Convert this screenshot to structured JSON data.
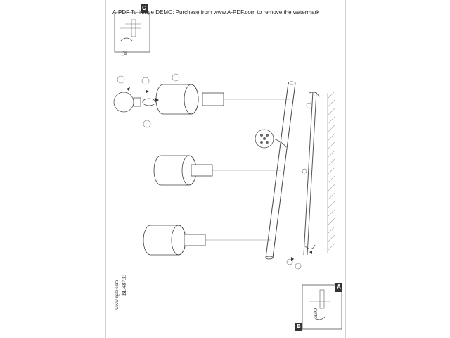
{
  "watermark_text": "A-PDF To Image DEMO: Purchase from www.A-PDF.com to remove the watermark",
  "panels": {
    "top_label": "C",
    "bottom_label_a": "A",
    "bottom_label_b": "B",
    "top_marking": "(0)",
    "bottom_marking": "OFF"
  },
  "footer": {
    "model_code": "BL48733",
    "website": "www.eglo.com"
  }
}
